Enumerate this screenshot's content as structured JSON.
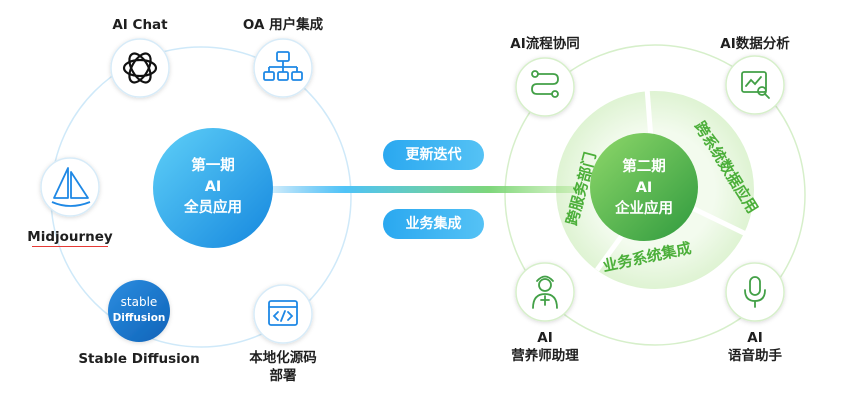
{
  "phase1": {
    "line1": "第一期",
    "line2": "AI",
    "line3": "全员应用",
    "items": {
      "ai_chat": "AI Chat",
      "oa": "OA 用户集成",
      "midjourney": "Midjourney",
      "stable_diffusion": "Stable Diffusion",
      "stable_badge_l1": "stable",
      "stable_badge_l2": "Diffusion",
      "local_deploy_l1": "本地化源码",
      "local_deploy_l2": "部署"
    }
  },
  "connectors": {
    "iterate": "更新迭代",
    "integrate": "业务集成"
  },
  "phase2": {
    "line1": "第二期",
    "line2": "AI",
    "line3": "企业应用",
    "ring_segments": {
      "cross_dept": "跨服务部门",
      "cross_system": "跨系统数据应用",
      "system_integration": "业务系统集成"
    },
    "items": {
      "workflow": "AI流程协同",
      "data_analysis": "AI数据分析",
      "nutrition_l1": "AI",
      "nutrition_l2": "营养师助理",
      "voice_l1": "AI",
      "voice_l2": "语音助手"
    }
  },
  "colors": {
    "blue_dark": "#1a8fe3",
    "blue_light": "#4fc3f7",
    "green_dark": "#43a047",
    "green_light": "#8bd66b",
    "ring_light": "#eaf7e3"
  }
}
